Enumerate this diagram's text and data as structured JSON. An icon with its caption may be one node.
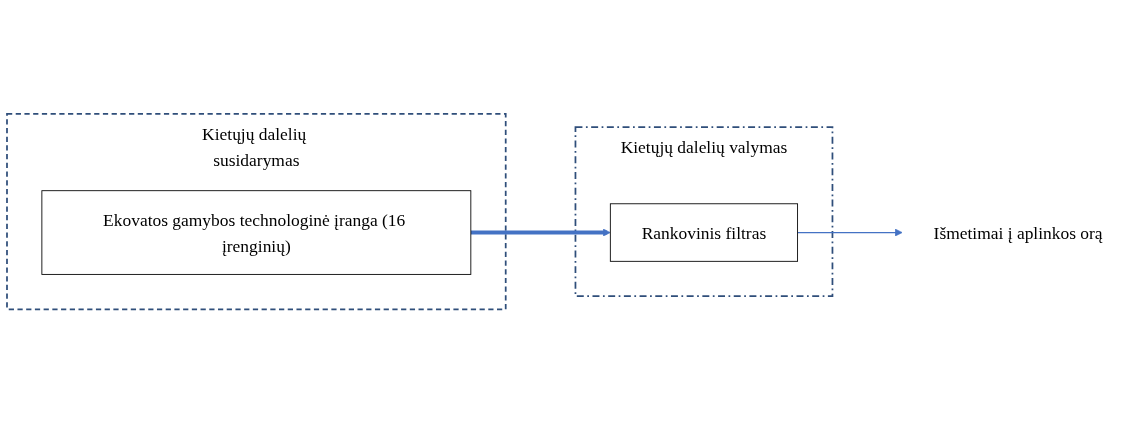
{
  "diagram": {
    "nodes": [
      {
        "text": [
          "Kietųjų dalelių susidarymas"
        ]
      },
      {
        "text": [
          "Ekovatos gamybos technologinė įranga (16 įrenginių)"
        ],
        "in": 0
      },
      {
        "text": [
          "Kietųjų dalelių valymas"
        ]
      },
      {
        "text": [
          "Rankovinis filtras"
        ],
        "in": 2
      },
      {
        "text": [
          "Išmetimai į aplinkos orą"
        ]
      }
    ],
    "edges": [
      {
        "from": 1,
        "to": 3,
        "arrow": "to",
        "style": "thick"
      },
      {
        "from": 3,
        "to": 4,
        "arrow": "to"
      }
    ]
  }
}
